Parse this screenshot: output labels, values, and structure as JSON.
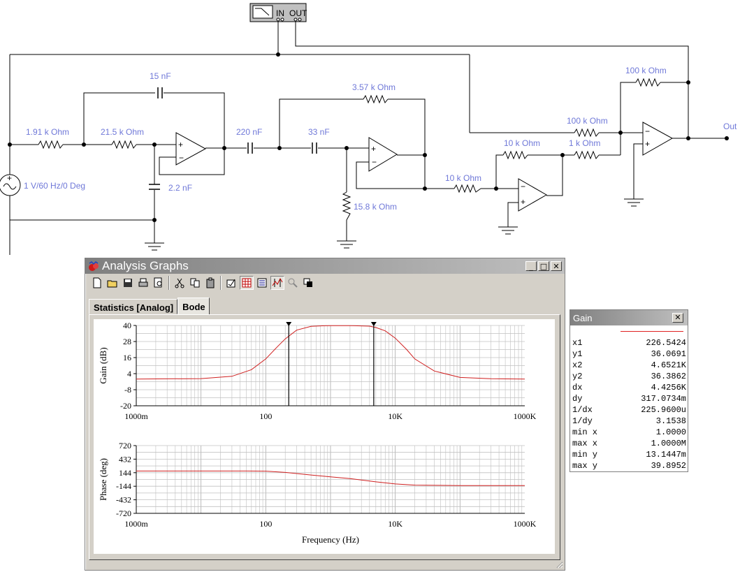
{
  "schematic": {
    "labels": {
      "r1": "1.91 k Ohm",
      "r2": "21.5 k Ohm",
      "c1": "15 nF",
      "c2": "2.2 nF",
      "c3": "220 nF",
      "c4": "33 nF",
      "r3": "3.57 k Ohm",
      "r4": "15.8 k Ohm",
      "r5": "10 k Ohm",
      "r6": "10 k Ohm",
      "r7": "1 k Ohm",
      "r8": "100 k Ohm",
      "r9": "100 k Ohm",
      "source": "1 V/60 Hz/0 Deg",
      "out": "Out"
    },
    "bode_plotter": {
      "in_label": "IN",
      "out_label": "OUT"
    }
  },
  "window": {
    "title": "Analysis Graphs",
    "buttons": {
      "minimize": "_",
      "maximize": "□",
      "close": "✕"
    }
  },
  "toolbar": [
    {
      "icon": "new-icon"
    },
    {
      "icon": "open-icon"
    },
    {
      "icon": "save-icon"
    },
    {
      "icon": "print-icon"
    },
    {
      "icon": "print-preview-icon"
    },
    {
      "icon": "cut-icon"
    },
    {
      "icon": "copy-icon"
    },
    {
      "icon": "paste-icon"
    },
    {
      "icon": "properties-icon"
    },
    {
      "icon": "grid-toggle-icon"
    },
    {
      "icon": "legend-toggle-icon"
    },
    {
      "icon": "cursors-toggle-icon"
    },
    {
      "icon": "zoom-icon"
    },
    {
      "icon": "overlay-icon"
    }
  ],
  "tabs": [
    {
      "label": "Statistics [Analog]",
      "active": false
    },
    {
      "label": "Bode",
      "active": true
    }
  ],
  "chart_data": [
    {
      "type": "line",
      "ylabel": "Gain (dB)",
      "xscale": "log",
      "xlim": [
        1,
        1000000
      ],
      "ylim": [
        -20,
        40
      ],
      "yticks": [
        40,
        28,
        16,
        4,
        -8,
        -20
      ],
      "xticklabels": [
        "1000m",
        "100",
        "10K",
        "1000K"
      ],
      "grid": true,
      "series": [
        {
          "color": "#d02020",
          "x": [
            1,
            10,
            30,
            60,
            100,
            150,
            200,
            300,
            500,
            800,
            1000,
            2000,
            4000,
            5000,
            7000,
            10000,
            15000,
            20000,
            40000,
            100000,
            300000,
            1000000
          ],
          "y": [
            0,
            0.3,
            2,
            7,
            15,
            24,
            30,
            36.5,
            39.3,
            39.8,
            39.9,
            39.9,
            39.5,
            38.5,
            36,
            30.5,
            22,
            15,
            6,
            1.2,
            0.2,
            0
          ]
        }
      ],
      "cursors": [
        226.5424,
        4652.1
      ]
    },
    {
      "type": "line",
      "xlabel": "Frequency (Hz)",
      "ylabel": "Phase (deg)",
      "xscale": "log",
      "xlim": [
        1,
        1000000
      ],
      "ylim": [
        -720,
        720
      ],
      "yticks": [
        720,
        432,
        144,
        -144,
        -432,
        -720
      ],
      "xticklabels": [
        "1000m",
        "100",
        "10K",
        "1000K"
      ],
      "grid": true,
      "series": [
        {
          "color": "#d02020",
          "x": [
            1,
            10,
            50,
            100,
            200,
            500,
            1000,
            2000,
            5000,
            10000,
            20000,
            100000,
            1000000
          ],
          "y": [
            180,
            180,
            180,
            176,
            150,
            95,
            55,
            20,
            -50,
            -95,
            -120,
            -130,
            -130
          ]
        }
      ]
    }
  ],
  "cursor_panel": {
    "title": "Gain",
    "close": "✕",
    "legend_color": "#e02020",
    "rows": [
      {
        "key": "x1",
        "value": "226.5424"
      },
      {
        "key": "y1",
        "value": "36.0691"
      },
      {
        "key": "x2",
        "value": "4.6521K"
      },
      {
        "key": "y2",
        "value": "36.3862"
      },
      {
        "key": "dx",
        "value": "4.4256K"
      },
      {
        "key": "dy",
        "value": "317.0734m"
      },
      {
        "key": "1/dx",
        "value": "225.9600u"
      },
      {
        "key": "1/dy",
        "value": "3.1538"
      },
      {
        "key": "min x",
        "value": "1.0000"
      },
      {
        "key": "max x",
        "value": "1.0000M"
      },
      {
        "key": "min y",
        "value": "13.1447m"
      },
      {
        "key": "max y",
        "value": "39.8952"
      }
    ]
  }
}
